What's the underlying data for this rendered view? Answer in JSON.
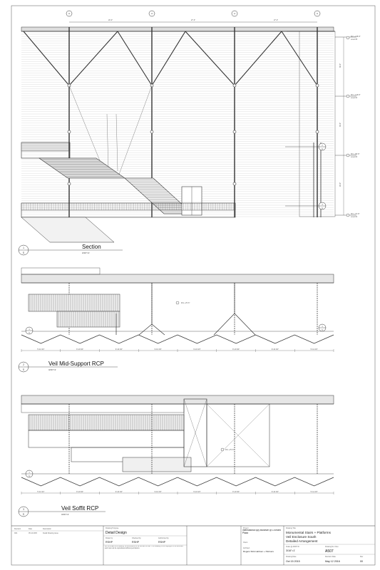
{
  "grid_lines": {
    "labels": [
      "14",
      "13",
      "12",
      "11"
    ],
    "spacings": [
      "20'-0\"",
      "27'-0\"",
      "27'-0\""
    ]
  },
  "levels": [
    {
      "elev": "FFL +138'-8\"",
      "name": "Level 05"
    },
    {
      "elev": "FFL +118'-8\"",
      "name": "Level 04"
    },
    {
      "elev": "FFL +98'-8\"",
      "name": "Level 03"
    },
    {
      "elev": "FFL +70'-8\"",
      "name": "Level 02"
    }
  ],
  "level_dims": [
    "38'-0\"",
    "30'-0\"",
    "28'-0\""
  ],
  "section_markers": [
    {
      "num": "2",
      "ref": "S"
    },
    {
      "num": "3",
      "ref": "S"
    }
  ],
  "drawings": [
    {
      "num": "1",
      "ref": "S",
      "title": "Section",
      "scale": "3/16\"=1'"
    },
    {
      "num": "2",
      "ref": "S",
      "title": "Veil Mid-Support RCP",
      "scale": "3/16\"=1'",
      "ffl": "FFL +76'-6\"",
      "cut_marker": {
        "num": "1",
        "ref": "S"
      }
    },
    {
      "num": "3",
      "ref": "S",
      "title": "Veil Soffit RCP",
      "scale": "3/16\"=1'",
      "ffl": "FFL +76'-6\"",
      "cut_marker": {
        "num": "1",
        "ref": "S"
      }
    }
  ],
  "rcp_dims": [
    "5'-11 3/4\"",
    "9'-10 3/4\"",
    "9'-10 3/4\"",
    "9'-10 3/4\"",
    "9'-10 3/4\"",
    "9'-10 3/4\"",
    "9'-10 3/4\"",
    "5'-11 3/4\""
  ],
  "title_block": {
    "revision": {
      "h_revision": "Revision",
      "h_date": "Date",
      "h_description": "Description",
      "rev": "00A",
      "date": "05.14.2015",
      "desc": "Detail Drawing issue"
    },
    "drawing_purpose_label": "Drawing Purpose",
    "drawing_purpose": "Detail Design",
    "drawn_by_label": "Drawn by",
    "drawn_by": "RSHP",
    "checked_by_label": "Checked by",
    "checked_by": "RSHP",
    "authorized_by_label": "Authorized by",
    "authorized_by": "RSHP",
    "notes": "Do not scale from drawing. All dimensions to be verified on site. This drawing is the copyright of the architect and must not be reproduced without permission.",
    "project_label": "Project",
    "project": "International Spy Museum @ L'Enfant Plaza",
    "client_label": "Client",
    "architect_label": "Architect",
    "architect": "Rogers Stirk Harbour + Partners",
    "drawing_title_label": "Drawing Title",
    "drawing_title": [
      "Monumental Stairs + Platforms",
      "Veil Enclosure South",
      "Detailed Arrangement"
    ],
    "scale_label": "Scale @ ARCH D",
    "scale": "3/16\"=1'",
    "drawing_no_label": "Drawing No / Rev",
    "drawing_no": "A507",
    "drawing_date_label": "Drawing Date",
    "drawing_date": "Oct 15 2015",
    "revision_date_label": "Revision Date",
    "revision_date": "May 12 2016",
    "rev_label": "Rev",
    "rev": "00"
  }
}
